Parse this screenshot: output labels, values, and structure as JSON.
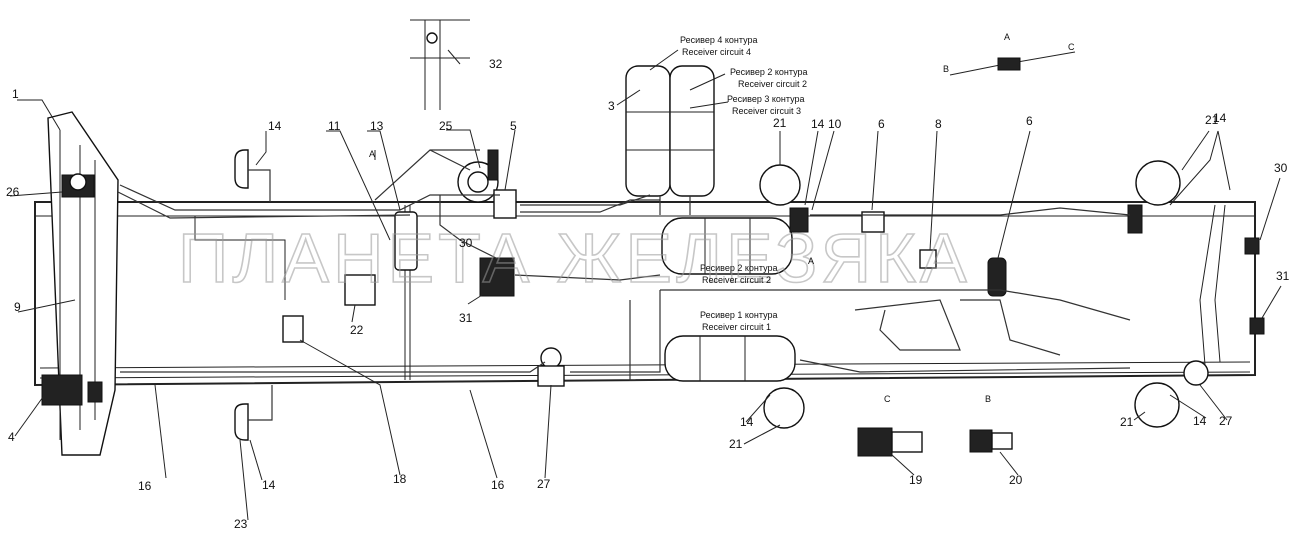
{
  "watermark": "ПЛАНЕТА ЖЕЛЕЗЯКА",
  "receivers": {
    "r4_ru": "Ресивер 4 контура",
    "r4_en": "Receiver circuit 4",
    "r2_ru": "Ресивер 2 контура",
    "r2_en": "Receiver circuit 2",
    "r3_ru": "Ресивер 3 контура",
    "r3_en": "Receiver circuit 3",
    "r2b_ru": "Ресивер 2 контура",
    "r2b_en": "Receiver circuit 2",
    "r1_ru": "Ресивер 1 контура",
    "r1_en": "Receiver circuit 1"
  },
  "view_letters": {
    "a_top": "A",
    "a_arrow": "A",
    "a_mid": "A",
    "b_top": "B",
    "c_top": "C",
    "c_bottom": "C",
    "b_bottom": "B"
  },
  "callouts": {
    "n1": "1",
    "n3": "3",
    "n4": "4",
    "n5": "5",
    "n6a": "6",
    "n6b": "6",
    "n8": "8",
    "n9": "9",
    "n10": "10",
    "n11": "11",
    "n13": "13",
    "n14a": "14",
    "n14b": "14",
    "n14c": "14",
    "n14d": "14",
    "n14e": "14",
    "n14f": "14",
    "n16a": "16",
    "n16b": "16",
    "n18": "18",
    "n19": "19",
    "n20": "20",
    "n21a": "21",
    "n21b": "21",
    "n21c": "21",
    "n21d": "21",
    "n22": "22",
    "n23": "23",
    "n25": "25",
    "n26": "26",
    "n27a": "27",
    "n27b": "27",
    "n30a": "30",
    "n30b": "30",
    "n31a": "31",
    "n31b": "31",
    "n32": "32"
  }
}
